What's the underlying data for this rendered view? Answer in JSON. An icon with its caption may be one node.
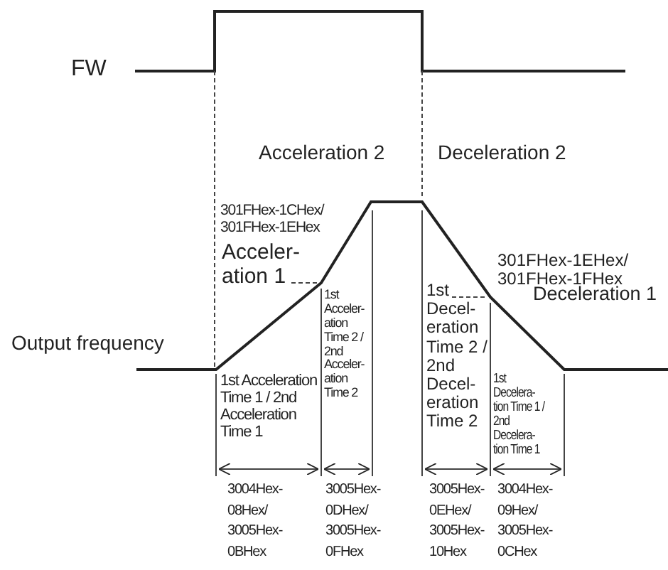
{
  "diagram": {
    "labels": [
      "FW",
      "Acceleration 2",
      "Deceleration 2",
      "301FHex-1CHex/ 301FHex-1EHex",
      "Acceler- ation 1",
      "301FHex-1EHex/ 301FHex-1FHex",
      "Deceleration 1",
      "Output frequency",
      "1st Acceleration Time 1 / 2nd Acceleration Time 1",
      "1st Acceler- ation Time 2 / 2nd Acceler- ation Time 2",
      "1st Decel- eration Time 2 / 2nd Decel- eration Time 2",
      "1st Decelera- tion Time 1 / 2nd Decelera- tion Time 1",
      "3004Hex- 08Hex/ 3005Hex- 0BHex",
      "3005Hex- 0DHex/ 3005Hex- 0FHex",
      "3005Hex- 0EHex/ 3005Hex- 10Hex",
      "3004Hex- 09Hex/ 3005Hex- 0CHex"
    ]
  }
}
